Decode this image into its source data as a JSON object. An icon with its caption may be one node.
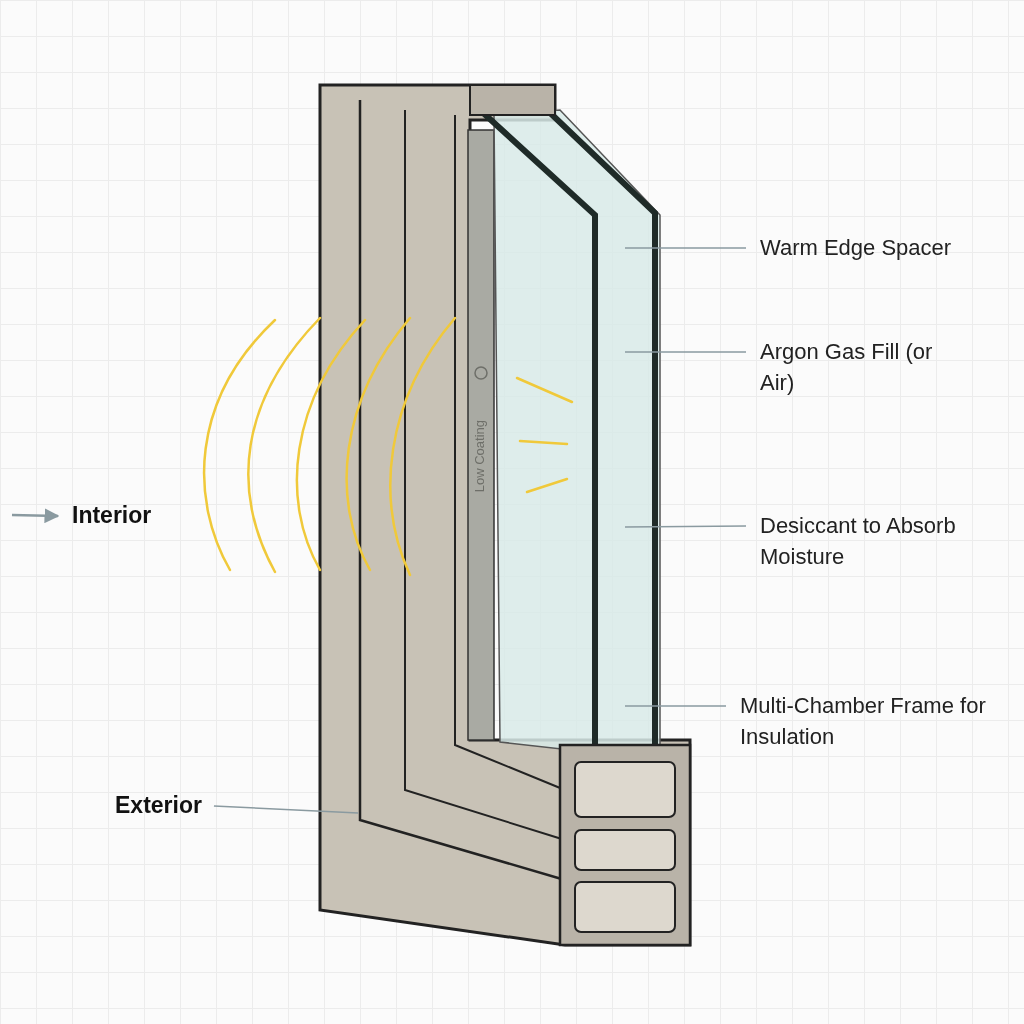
{
  "diagram": {
    "nodes": [
      {
        "text": [
          "Warm Edge Spacer"
        ]
      },
      {
        "text": [
          "Argon Gas Fill (or Air)"
        ]
      },
      {
        "text": [
          "Desiccant to Absorb Moisture"
        ]
      },
      {
        "text": [
          "Multi-Chamber Frame for Insulation"
        ]
      },
      {
        "text": [
          "Interior"
        ]
      },
      {
        "text": [
          "Exterior"
        ]
      }
    ],
    "edges": [
      {
        "from": 0,
        "to": null,
        "arrow": "none"
      },
      {
        "from": 1,
        "to": null,
        "arrow": "none"
      },
      {
        "from": 2,
        "to": null,
        "arrow": "none"
      },
      {
        "from": 3,
        "to": null,
        "arrow": "none"
      },
      {
        "from": null,
        "to": 4,
        "arrow": "to"
      },
      {
        "from": 5,
        "to": null,
        "arrow": "none"
      }
    ],
    "labels": [
      "Low Coating"
    ]
  }
}
